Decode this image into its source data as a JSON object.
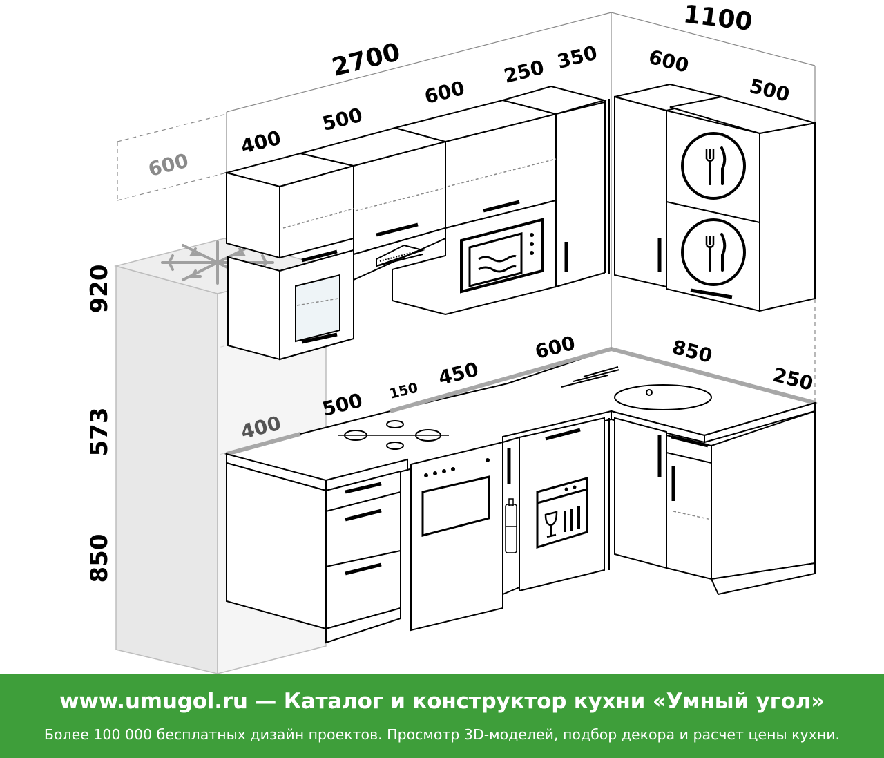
{
  "dimensions": {
    "top_total": "1100",
    "wall_run": "2700",
    "upper_400": "400",
    "upper_500": "500",
    "upper_600": "600",
    "upper_250": "250",
    "upper_350": "350",
    "corner_600": "600",
    "corner_500": "500",
    "fridge_depth": "600",
    "height_upper": "920",
    "height_middle": "573",
    "height_base": "850",
    "base_400": "400",
    "base_500": "500",
    "base_150": "150",
    "base_450": "450",
    "base_600": "600",
    "base_850": "850",
    "base_250": "250"
  },
  "banner": {
    "title": "www.umugol.ru — Каталог и конструктор кухни «Умный угол»",
    "subtitle": "Более 100 000 бесплатных дизайн проектов. Просмотр 3D-моделей, подбор декора и расчет цены кухни."
  },
  "colors": {
    "banner_bg": "#3e9e3a",
    "line": "#000000",
    "guide": "#8a8a8a",
    "fridge": "#e6e6e6"
  }
}
